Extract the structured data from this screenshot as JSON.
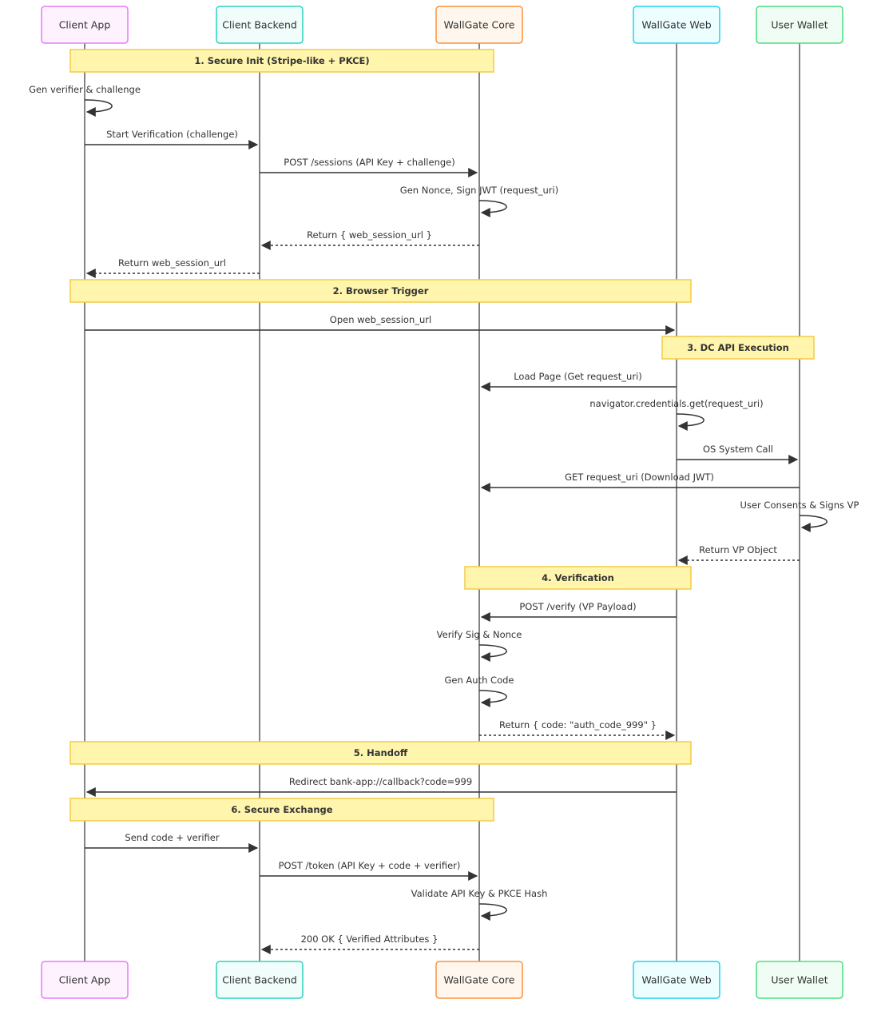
{
  "participants": [
    {
      "id": "client-app",
      "label": "Client App",
      "fill": "#fdf2fe",
      "stroke": "#e879f9"
    },
    {
      "id": "client-backend",
      "label": "Client Backend",
      "fill": "#f0fdfa",
      "stroke": "#2dd4bf"
    },
    {
      "id": "wallgate-core",
      "label": "WallGate Core",
      "fill": "#fff7ed",
      "stroke": "#fb923c"
    },
    {
      "id": "wallgate-web",
      "label": "WallGate Web",
      "fill": "#ecfeff",
      "stroke": "#22d3ee"
    },
    {
      "id": "user-wallet",
      "label": "User Wallet",
      "fill": "#f0fdf4",
      "stroke": "#4ade80"
    }
  ],
  "colors": {
    "line": "#333333",
    "note_fill": "#fff5ad",
    "note_stroke": "#f2cc46"
  },
  "steps": [
    {
      "kind": "note",
      "label": "1. Secure Init (Stripe-like + PKCE)",
      "from": 0,
      "to": 2
    },
    {
      "kind": "self",
      "label": "Gen verifier & challenge",
      "at": 0
    },
    {
      "kind": "msg",
      "label": "Start Verification (challenge)",
      "from": 0,
      "to": 1
    },
    {
      "kind": "msg",
      "label": "POST /sessions (API Key + challenge)",
      "from": 1,
      "to": 2
    },
    {
      "kind": "self",
      "label": "Gen Nonce, Sign JWT (request_uri)",
      "at": 2
    },
    {
      "kind": "reply",
      "label": "Return { web_session_url }",
      "from": 2,
      "to": 1
    },
    {
      "kind": "reply",
      "label": "Return web_session_url",
      "from": 1,
      "to": 0
    },
    {
      "kind": "note",
      "label": "2. Browser Trigger",
      "from": 0,
      "to": 3
    },
    {
      "kind": "msg",
      "label": "Open web_session_url",
      "from": 0,
      "to": 3
    },
    {
      "kind": "note",
      "label": "3. DC API Execution",
      "from": 3,
      "to": 4
    },
    {
      "kind": "msg",
      "label": "Load Page (Get request_uri)",
      "from": 3,
      "to": 2
    },
    {
      "kind": "self",
      "label": "navigator.credentials.get(request_uri)",
      "at": 3
    },
    {
      "kind": "msg",
      "label": "OS System Call",
      "from": 3,
      "to": 4
    },
    {
      "kind": "msg",
      "label": "GET request_uri (Download JWT)",
      "from": 4,
      "to": 2
    },
    {
      "kind": "self",
      "label": "User Consents & Signs VP",
      "at": 4
    },
    {
      "kind": "reply",
      "label": "Return VP Object",
      "from": 4,
      "to": 3
    },
    {
      "kind": "note",
      "label": "4. Verification",
      "from": 2,
      "to": 3
    },
    {
      "kind": "msg",
      "label": "POST /verify (VP Payload)",
      "from": 3,
      "to": 2
    },
    {
      "kind": "self",
      "label": "Verify Sig & Nonce",
      "at": 2
    },
    {
      "kind": "self",
      "label": "Gen Auth Code",
      "at": 2
    },
    {
      "kind": "reply",
      "label": "Return { code: \"auth_code_999\" }",
      "from": 2,
      "to": 3
    },
    {
      "kind": "note",
      "label": "5. Handoff",
      "from": 0,
      "to": 3
    },
    {
      "kind": "msg",
      "label": "Redirect bank-app://callback?code=999",
      "from": 3,
      "to": 0
    },
    {
      "kind": "note",
      "label": "6. Secure Exchange",
      "from": 0,
      "to": 2
    },
    {
      "kind": "msg",
      "label": "Send code + verifier",
      "from": 0,
      "to": 1
    },
    {
      "kind": "msg",
      "label": "POST /token (API Key + code + verifier)",
      "from": 1,
      "to": 2
    },
    {
      "kind": "self",
      "label": "Validate API Key & PKCE Hash",
      "at": 2
    },
    {
      "kind": "reply",
      "label": "200 OK { Verified Attributes }",
      "from": 2,
      "to": 1
    }
  ]
}
